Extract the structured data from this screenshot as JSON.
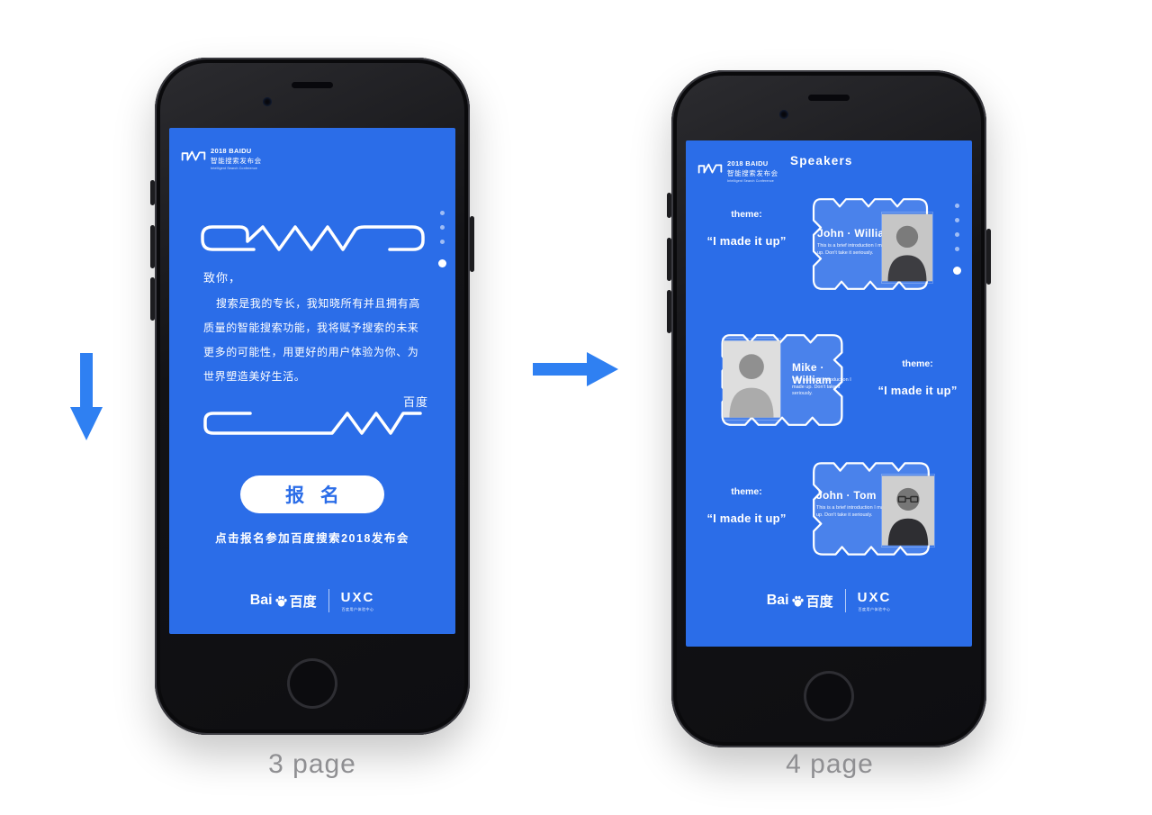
{
  "page": {
    "captions": {
      "left": "3 page",
      "right": "4 page"
    }
  },
  "colors": {
    "page_bg": "#ffffff",
    "screen_blue": "#2b6de8",
    "arrow_blue": "#2f80f2",
    "caption_gray": "#8f8f92"
  },
  "brand": {
    "logo_line1": "2018 BAIDU",
    "logo_line2": "智能搜索发布会",
    "logo_line3": "Intelligent Search Conference",
    "baidu_latin": "Bai",
    "baidu_cn": "百度",
    "uxc": "UXC",
    "uxc_sub": "百度用户体验中心"
  },
  "left_screen": {
    "letter": {
      "salutation": "致你，",
      "line1": "搜索是我的专长，我知晓所有并且拥有高",
      "line2": "质量的智能搜索功能，我将赋予搜索的未来",
      "line3": "更多的可能性，用更好的用户体验为你、为",
      "line4": "世界塑造美好生活。",
      "signature": "百度"
    },
    "cta_button": "报 名",
    "cta_hint": "点击报名参加百度搜索2018发布会"
  },
  "right_screen": {
    "title": "Speakers",
    "theme_label": "theme:",
    "theme_quote": "“I made it up”",
    "speakers": [
      {
        "name": "John · William",
        "intro": "This is a brief introduction I made up. Don't take it seriously."
      },
      {
        "name": "Mike · William",
        "intro": "This is a brief introduction I made up. Don't take it seriously."
      },
      {
        "name": "John · Tom",
        "intro": "This is a brief introduction I made up. Don't take it seriously."
      }
    ]
  }
}
